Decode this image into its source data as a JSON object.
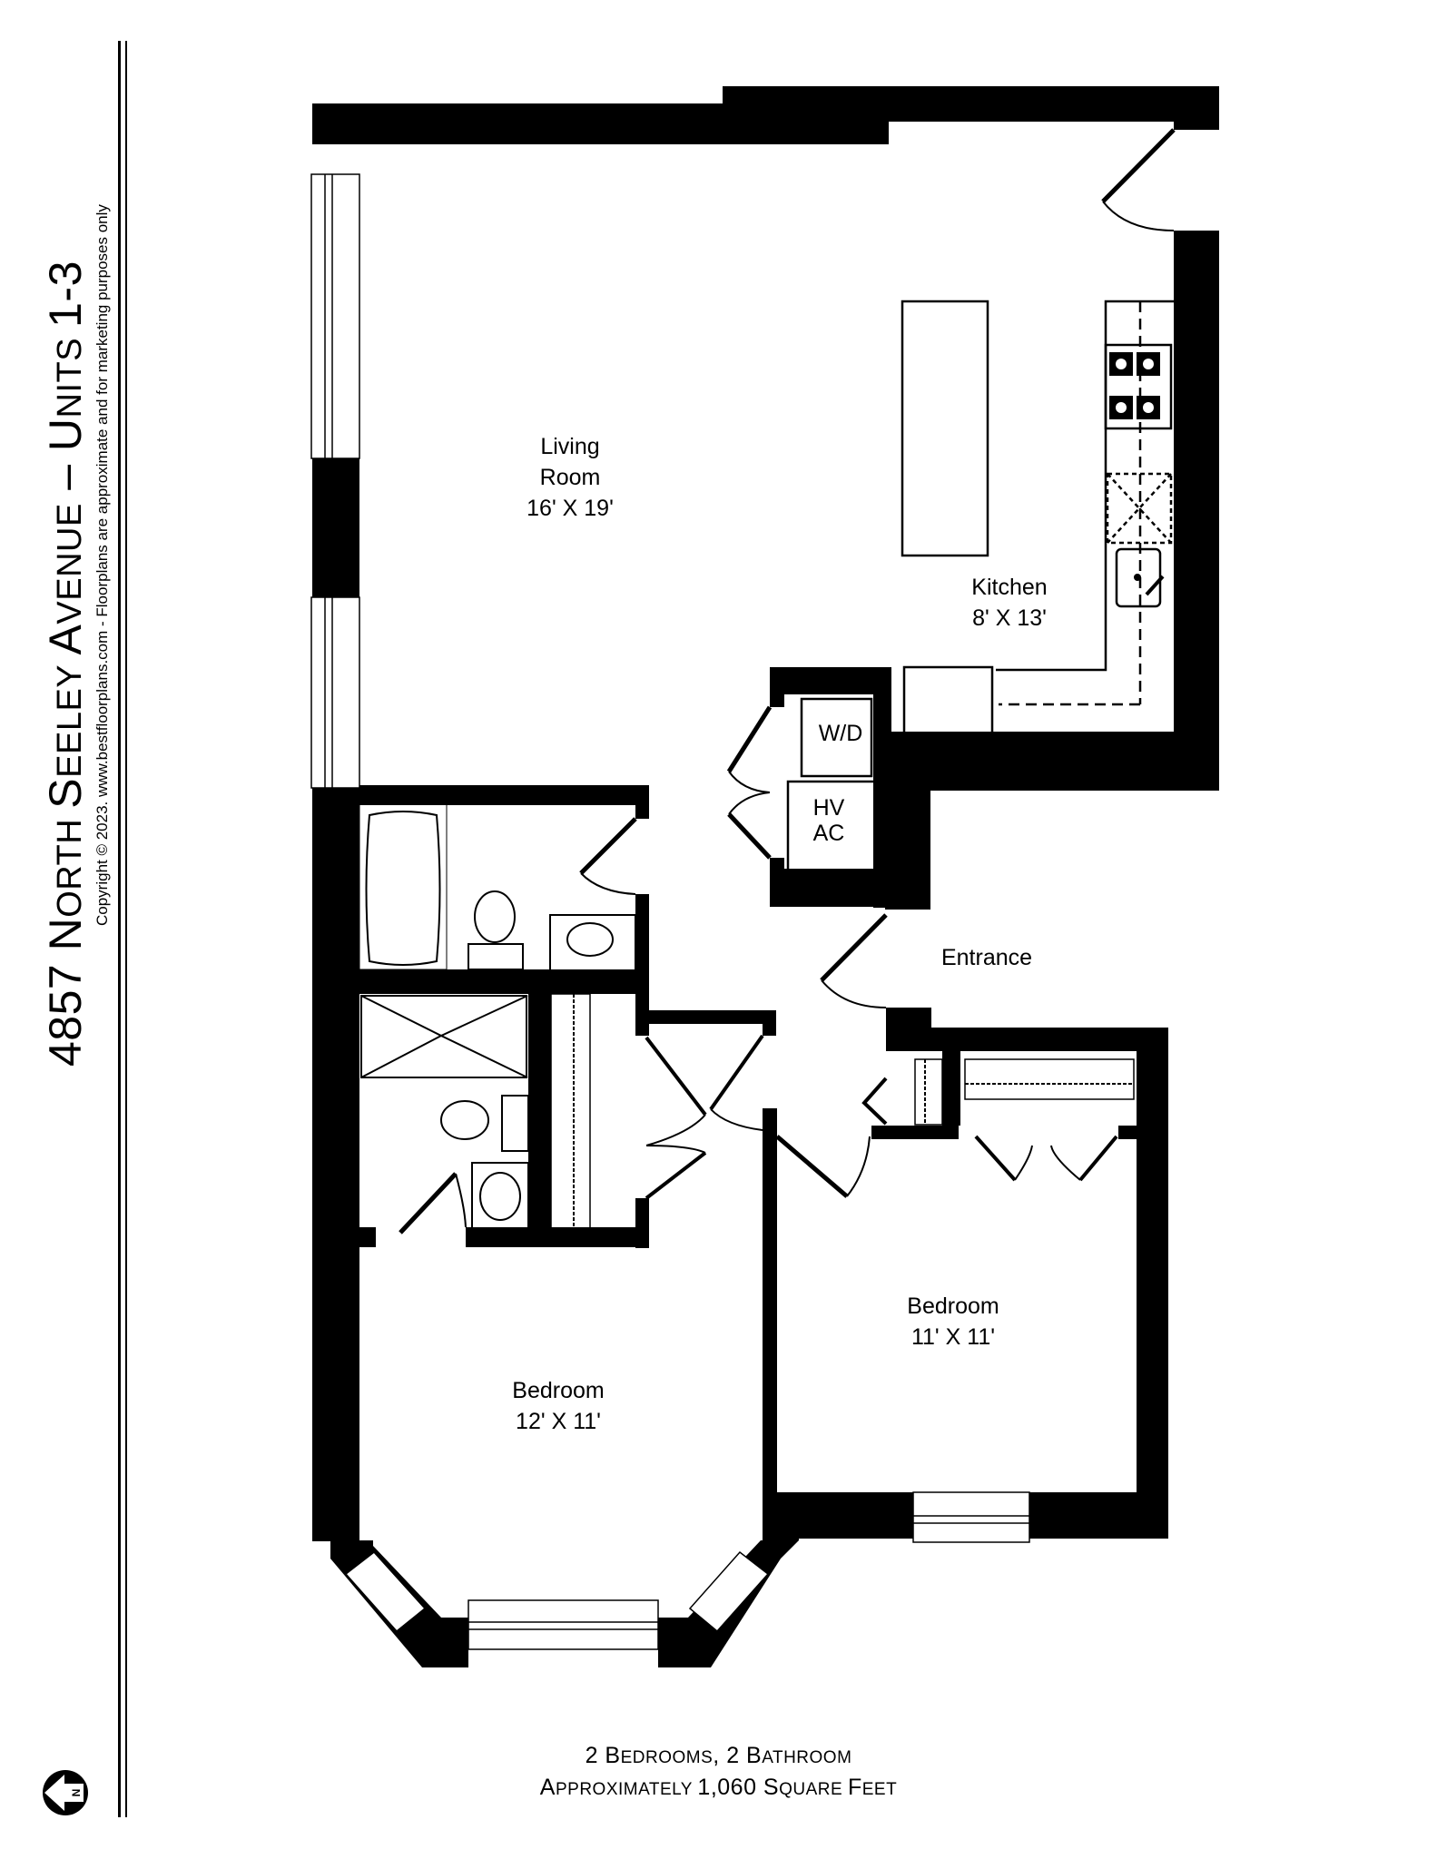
{
  "header": {
    "title_parts": [
      {
        "text": "4857 N",
        "small": false
      },
      {
        "text": "ORTH ",
        "small": true
      },
      {
        "text": "S",
        "small": false
      },
      {
        "text": "EELEY ",
        "small": true
      },
      {
        "text": "A",
        "small": false
      },
      {
        "text": "VENUE",
        "small": true
      },
      {
        "text": " – U",
        "small": false
      },
      {
        "text": "NITS ",
        "small": true
      },
      {
        "text": "1-3",
        "small": false
      }
    ],
    "title": "4857 North Seeley Avenue – Units 1-3",
    "subtitle": "Copyright © 2023. www.bestfloorplans.com - Floorplans are approximate and for marketing purposes only"
  },
  "rooms": {
    "living": {
      "name_line1": "Living",
      "name_line2": "Room",
      "size": "16' X 19'"
    },
    "kitchen": {
      "name": "Kitchen",
      "size": "8' X 13'"
    },
    "bedroom1": {
      "name": "Bedroom",
      "size": "12' X 11'"
    },
    "bedroom2": {
      "name": "Bedroom",
      "size": "11' X 11'"
    },
    "entrance": {
      "name": "Entrance"
    }
  },
  "fixtures": {
    "washer_dryer": "W/D",
    "hvac_line1": "HV",
    "hvac_line2": "AC"
  },
  "footer": {
    "line1_parts": [
      {
        "text": "2 B",
        "small": false
      },
      {
        "text": "EDROOMS",
        "small": true
      },
      {
        "text": ", 2 B",
        "small": false
      },
      {
        "text": "ATHROOM",
        "small": true
      }
    ],
    "line2_parts": [
      {
        "text": "A",
        "small": false
      },
      {
        "text": "PPROXIMATELY ",
        "small": true
      },
      {
        "text": "1,060 S",
        "small": false
      },
      {
        "text": "QUARE ",
        "small": true
      },
      {
        "text": "F",
        "small": false
      },
      {
        "text": "EET",
        "small": true
      }
    ],
    "line1": "2 Bedrooms, 2 Bathroom",
    "line2": "Approximately 1,060 Square Feet"
  },
  "compass": {
    "label": "N",
    "direction": "left"
  }
}
